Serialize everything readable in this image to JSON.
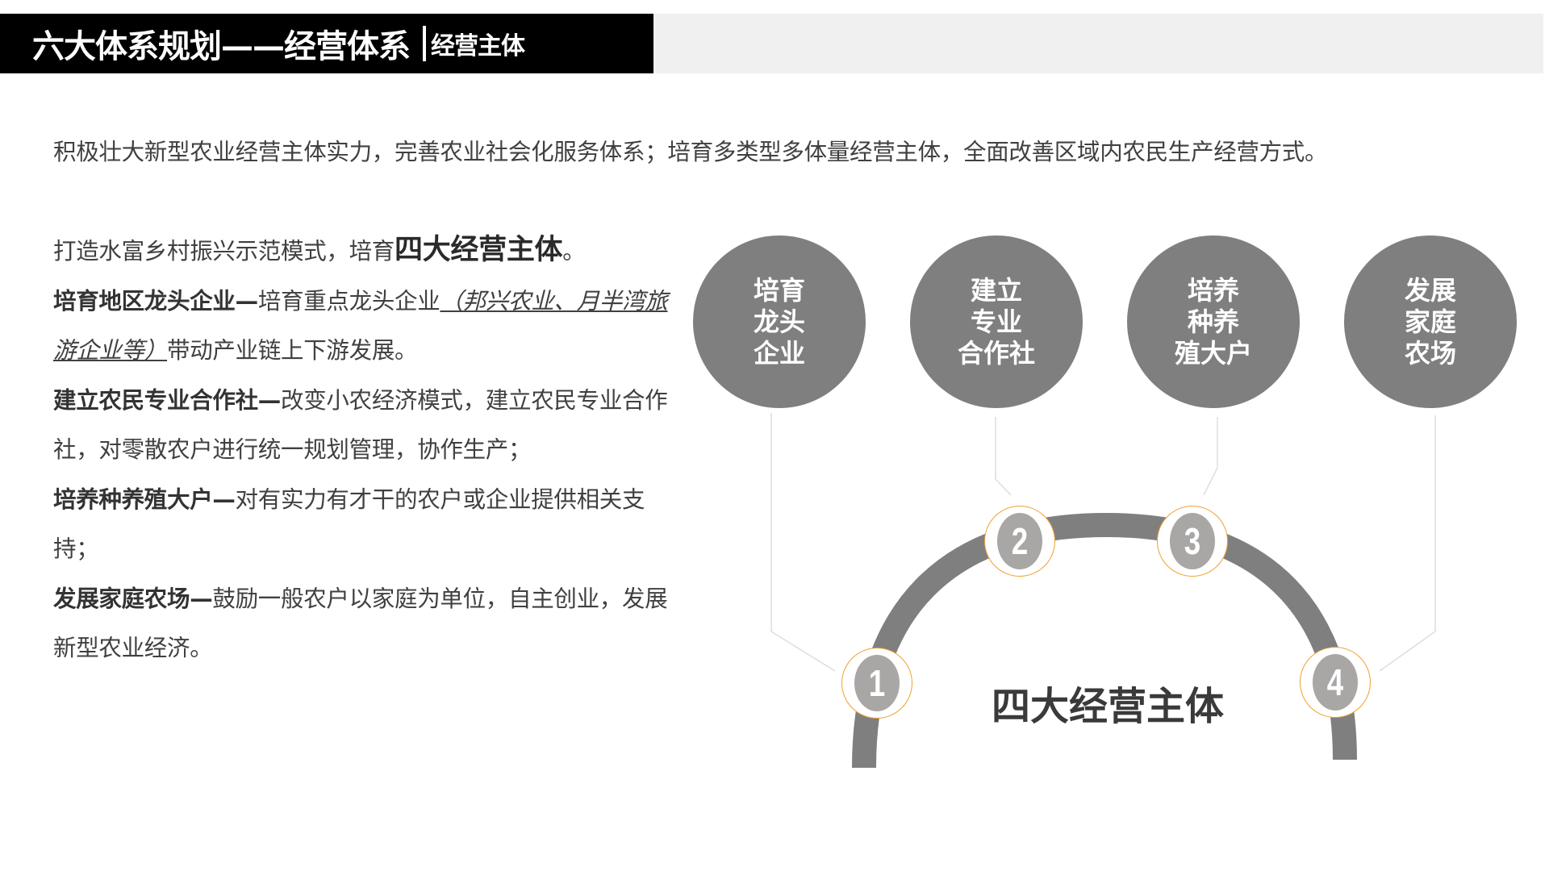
{
  "header": {
    "title": "六大体系规划——经营体系",
    "subtitle": "经营主体"
  },
  "intro": "积极壮大新型农业经营主体实力，完善农业社会化服务体系；培育多类型多体量经营主体，全面改善区域内农民生产经营方式。",
  "left_text": {
    "lead": {
      "prefix": "打造水富乡村振兴示范模式，培育",
      "emphasis": "四大经营主体",
      "suffix": "。"
    },
    "items": [
      {
        "heading": "培育地区龙头企业—",
        "body": "培育重点龙头企业",
        "example": "（邦兴农业、月半湾旅游企业等）",
        "tail": "带动产业链上下游发展。"
      },
      {
        "heading": "建立农民专业合作社—",
        "body": "改变小农经济模式，建立农民专业合作社，对零散农户进行统一规划管理，协作生产；"
      },
      {
        "heading": "培养种养殖大户—",
        "body": "对有实力有才干的农户或企业提供相关支持；"
      },
      {
        "heading": "发展家庭农场—",
        "body": "鼓励一般农户以家庭为单位，自主创业，发展新型农业经济。"
      }
    ]
  },
  "diagram": {
    "center_label": "四大经营主体",
    "colors": {
      "circle": "#7f7f7f",
      "arc": "#7f7f7f",
      "badge_inner": "#a9a6a6",
      "badge_ring": "#f0a030",
      "connector": "#dddddd"
    },
    "circles": [
      {
        "lines": [
          "培育",
          "龙头",
          "企业"
        ]
      },
      {
        "lines": [
          "建立",
          "专业",
          "合作社"
        ]
      },
      {
        "lines": [
          "培养",
          "种养",
          "殖大户"
        ]
      },
      {
        "lines": [
          "发展",
          "家庭",
          "农场"
        ]
      }
    ],
    "badges": [
      "1",
      "2",
      "3",
      "4"
    ]
  }
}
